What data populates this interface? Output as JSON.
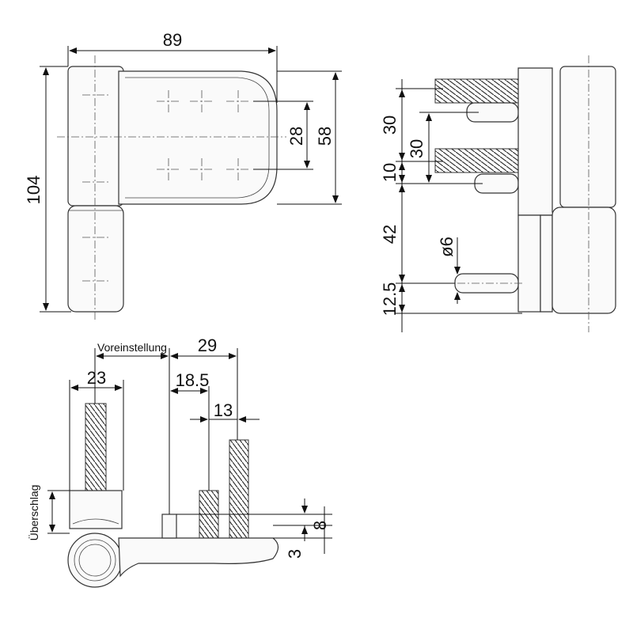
{
  "top_view": {
    "width": "89",
    "height": "104",
    "hole_spacing": "28",
    "leaf_height": "58"
  },
  "side_view": {
    "screw_spacing_a": "30",
    "screw_spacing_b": "30",
    "offset": "10",
    "gap": "42",
    "pin_diameter": "ø6",
    "bottom": "12.5"
  },
  "bottom_view": {
    "preset_label": "Voreinstellung",
    "preset_value": "29",
    "screw_distance": "23",
    "dist_a": "18.5",
    "dist_b": "13",
    "overlap_label": "Überschlag",
    "dim_8": "8",
    "dim_3": "3"
  }
}
